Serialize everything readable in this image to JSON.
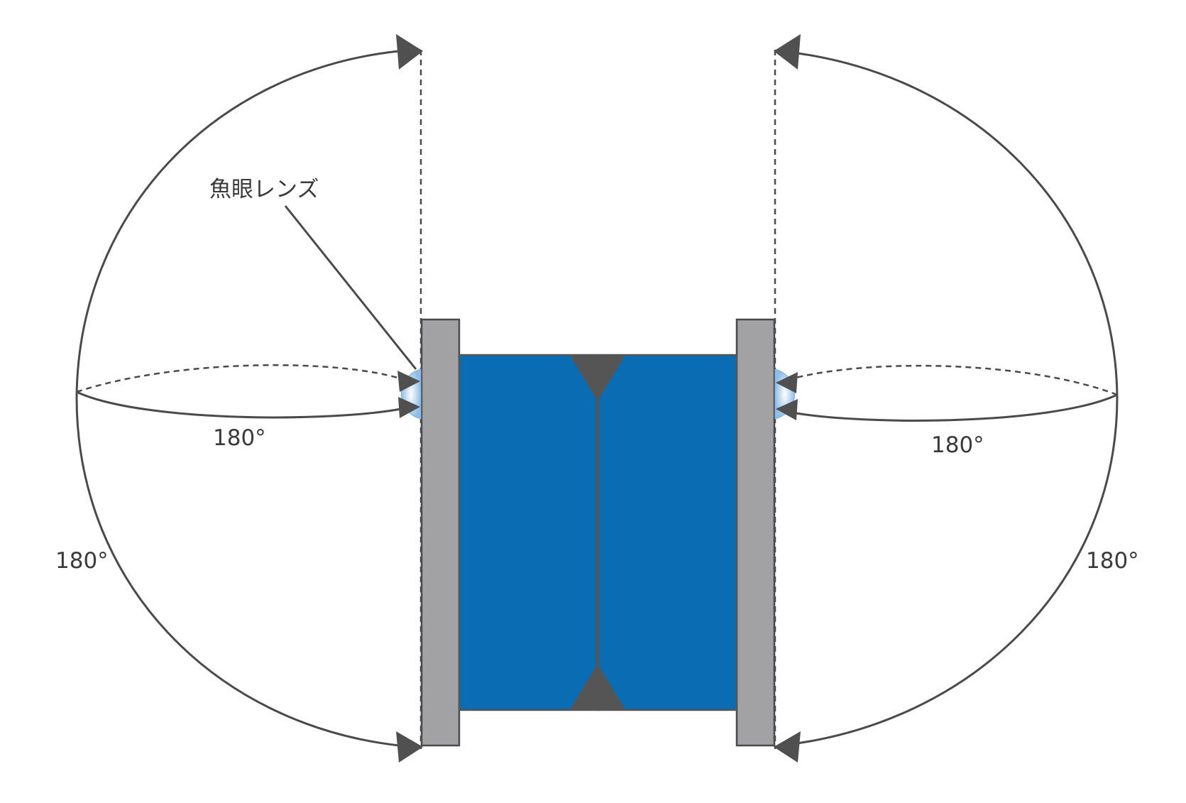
{
  "callout": {
    "label": "魚眼レンズ"
  },
  "angles": {
    "left_horizontal": "180°",
    "right_horizontal": "180°",
    "left_vertical": "180°",
    "right_vertical": "180°"
  },
  "colors": {
    "camera_body": "#0a6db4",
    "side_plate": "#a2a2a4",
    "lens": "#b8d4f0",
    "line": "#4a4a4a",
    "arrowhead": "#505050"
  }
}
